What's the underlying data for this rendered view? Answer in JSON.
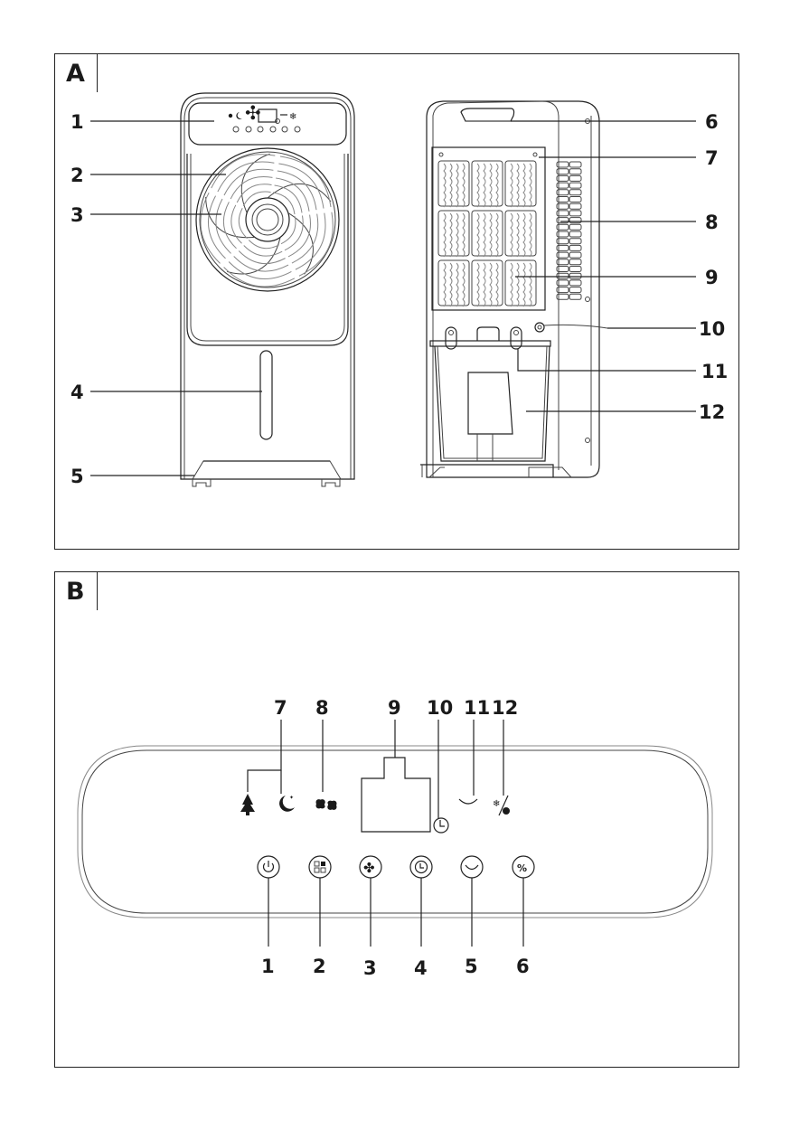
{
  "figure_a": {
    "panel_label": "A",
    "front_view_callouts": [
      "1",
      "2",
      "3",
      "4",
      "5"
    ],
    "rear_view_callouts": [
      "6",
      "7",
      "8",
      "9",
      "10",
      "11",
      "12"
    ],
    "front_panel_icons": [
      "drop-icon",
      "moon-icon",
      "fan-icon",
      "display",
      "arrow-icon",
      "snowflake-icon"
    ]
  },
  "figure_b": {
    "panel_label": "B",
    "top_callouts": [
      "7",
      "8",
      "9",
      "10",
      "11",
      "12"
    ],
    "bottom_callouts": [
      "1",
      "2",
      "3",
      "4",
      "5",
      "6"
    ],
    "indicator_icons": [
      "tree-icon",
      "moon-icon",
      "fan-icon",
      "display-window",
      "timer-icon",
      "swing-icon",
      "humidify-icon"
    ],
    "button_icons": [
      "power-icon",
      "mode-icon",
      "fan-speed-icon",
      "timer-icon",
      "swing-icon",
      "humidify-icon"
    ]
  }
}
